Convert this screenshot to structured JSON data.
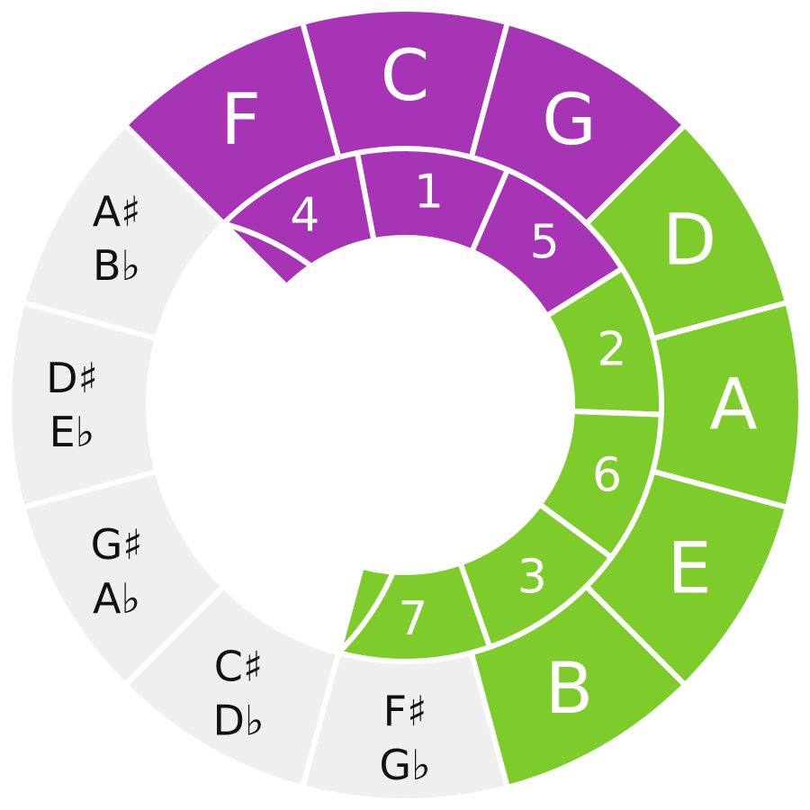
{
  "colors": {
    "scale": "#a634b4",
    "scale_outer": "#7dcc2b",
    "chromatic": "#efefef",
    "divider": "#ffffff",
    "light_text": "#ffffff",
    "dark_text": "#111111"
  },
  "outer_ring": [
    {
      "id": "c",
      "label": "C",
      "alt": "",
      "group": "scale"
    },
    {
      "id": "g",
      "label": "G",
      "alt": "",
      "group": "scale"
    },
    {
      "id": "d",
      "label": "D",
      "alt": "",
      "group": "scale_outer"
    },
    {
      "id": "a",
      "label": "A",
      "alt": "",
      "group": "scale_outer"
    },
    {
      "id": "e",
      "label": "E",
      "alt": "",
      "group": "scale_outer"
    },
    {
      "id": "b",
      "label": "B",
      "alt": "",
      "group": "scale_outer"
    },
    {
      "id": "f-sharp",
      "label": "F♯",
      "alt": "G♭",
      "group": "chromatic"
    },
    {
      "id": "c-sharp",
      "label": "C♯",
      "alt": "D♭",
      "group": "chromatic"
    },
    {
      "id": "g-sharp",
      "label": "G♯",
      "alt": "A♭",
      "group": "chromatic"
    },
    {
      "id": "d-sharp",
      "label": "D♯",
      "alt": "E♭",
      "group": "chromatic"
    },
    {
      "id": "a-sharp",
      "label": "A♯",
      "alt": "B♭",
      "group": "chromatic"
    },
    {
      "id": "f",
      "label": "F",
      "alt": "",
      "group": "scale"
    }
  ],
  "degree_ring": [
    {
      "id": "degree-1",
      "label": "1",
      "group": "scale"
    },
    {
      "id": "degree-5",
      "label": "5",
      "group": "scale"
    },
    {
      "id": "degree-2",
      "label": "2",
      "group": "scale_outer"
    },
    {
      "id": "degree-6",
      "label": "6",
      "group": "scale_outer"
    },
    {
      "id": "degree-3",
      "label": "3",
      "group": "scale_outer"
    },
    {
      "id": "degree-7",
      "label": "7",
      "group": "scale_outer"
    },
    {
      "id": "degree-4",
      "label": "4",
      "group": "scale"
    }
  ]
}
